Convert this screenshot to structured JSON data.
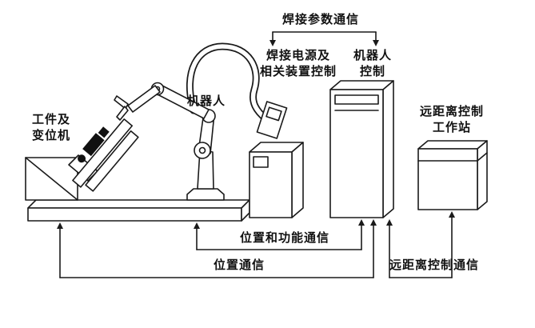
{
  "colors": {
    "ink": "#1a1a1a",
    "paper": "#ffffff"
  },
  "labels": {
    "weld_param_comm": "焊接参数通信",
    "weld_power_ctrl": "焊接电源及\n相关装置控制",
    "robot_ctrl": "机器人\n控制",
    "robot": "机器人",
    "workpiece_positioner": "工件及\n变位机",
    "remote_station": "远距离控制\n工作站",
    "pos_func_comm": "位置和功能通信",
    "pos_comm": "位置通信",
    "remote_comm": "远距离控制通信"
  }
}
